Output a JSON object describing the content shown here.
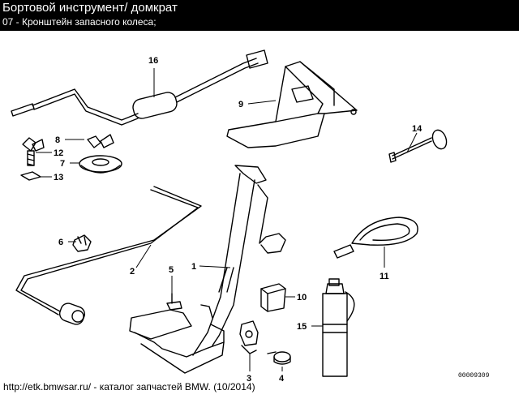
{
  "header": {
    "title": "Бортовой инструмент/ домкрат",
    "subtitle": "07 - Кронштейн запасного колеса;"
  },
  "callouts": [
    {
      "id": "16",
      "label": "16"
    },
    {
      "id": "9",
      "label": "9"
    },
    {
      "id": "8",
      "label": "8"
    },
    {
      "id": "12",
      "label": "12"
    },
    {
      "id": "7",
      "label": "7"
    },
    {
      "id": "13",
      "label": "13"
    },
    {
      "id": "14",
      "label": "14"
    },
    {
      "id": "6",
      "label": "6"
    },
    {
      "id": "2",
      "label": "2"
    },
    {
      "id": "1",
      "label": "1"
    },
    {
      "id": "5",
      "label": "5"
    },
    {
      "id": "10",
      "label": "10"
    },
    {
      "id": "11",
      "label": "11"
    },
    {
      "id": "15",
      "label": "15"
    },
    {
      "id": "3",
      "label": "3"
    },
    {
      "id": "4",
      "label": "4"
    }
  ],
  "drawing_code": "00009309",
  "footer": "http://etk.bmwsar.ru/ - каталог запчастей BMW. (10/2014)"
}
